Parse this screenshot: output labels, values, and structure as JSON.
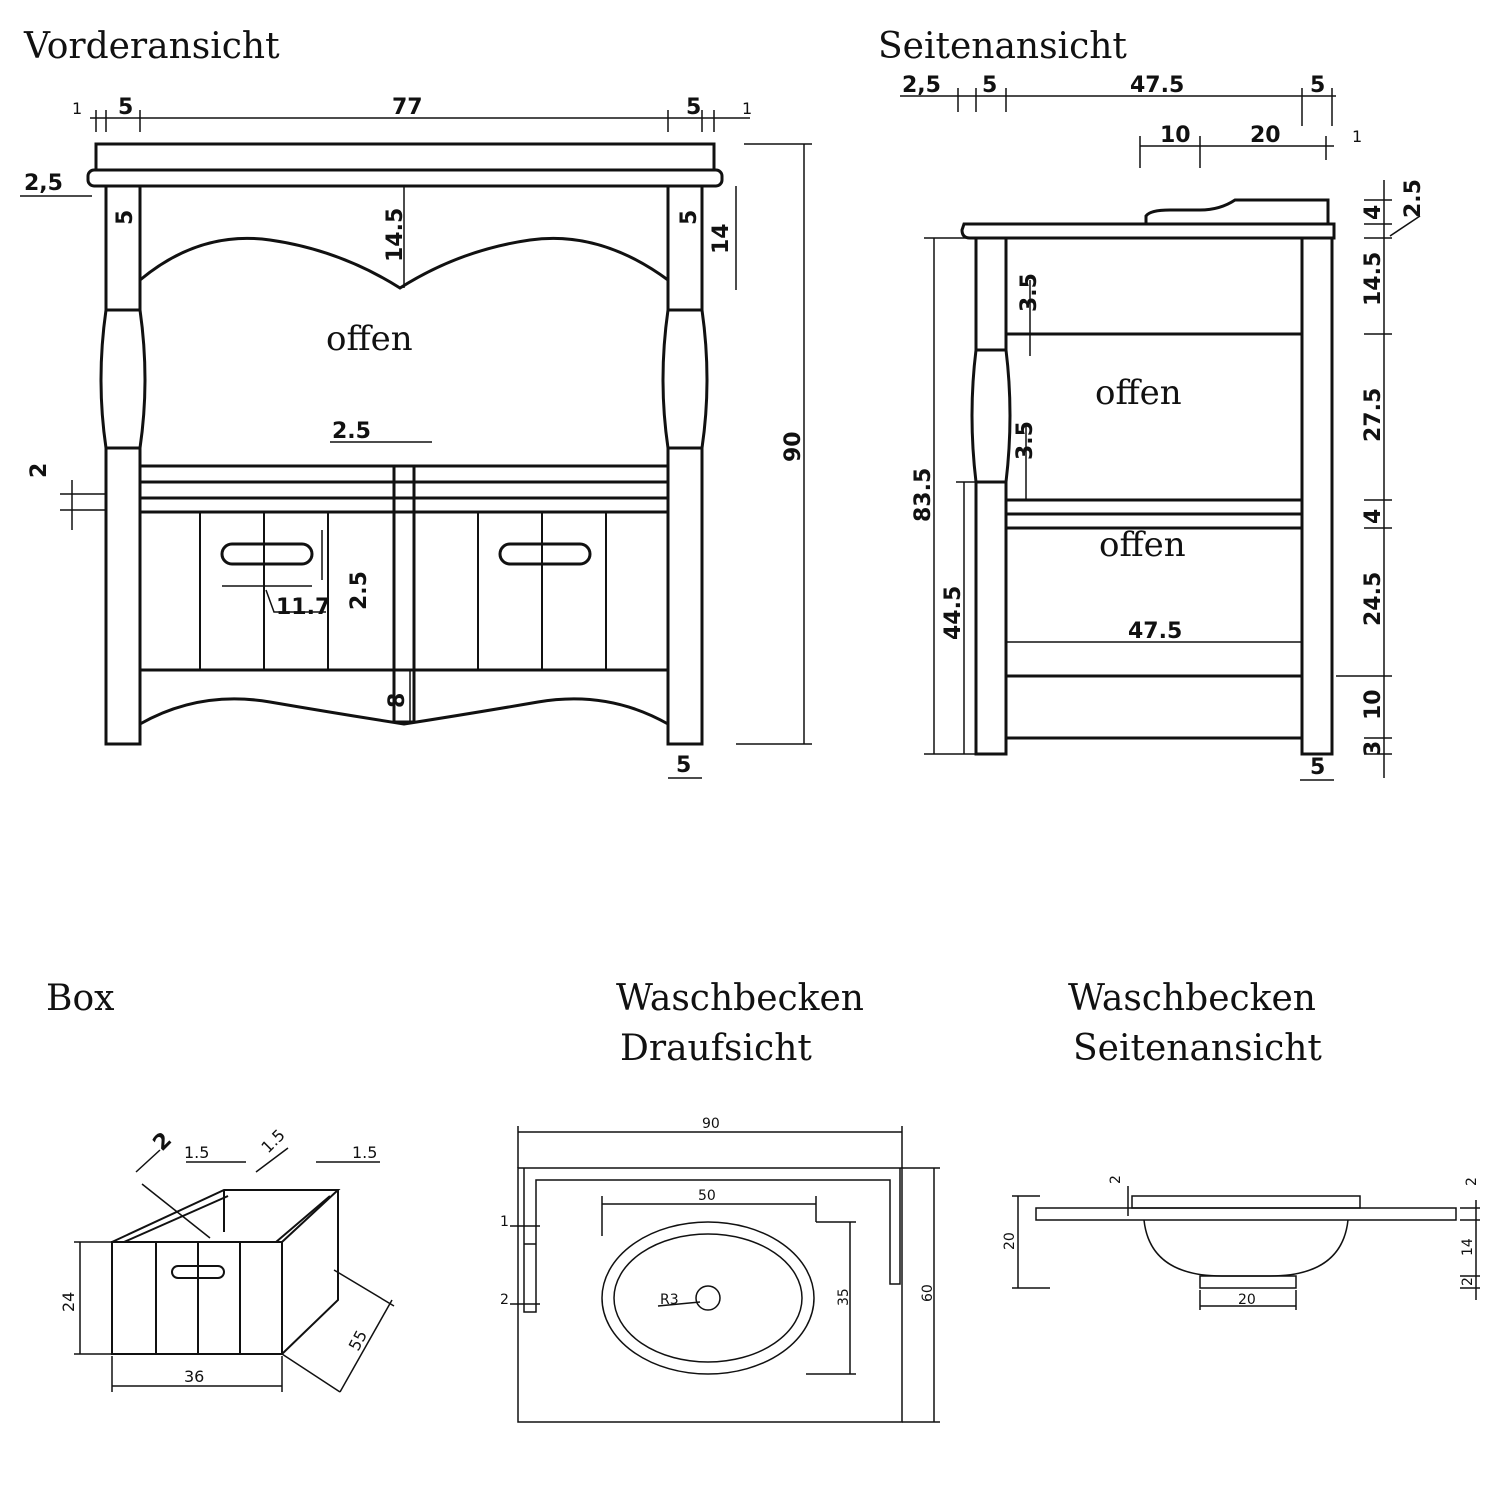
{
  "titles": {
    "front": "Vorderansicht",
    "side": "Seitenansicht",
    "box": "Box",
    "basin_top_1": "Waschbecken",
    "basin_top_2": "Draufsicht",
    "basin_side_1": "Waschbecken",
    "basin_side_2": "Seitenansicht"
  },
  "labels": {
    "front_open": "offen",
    "side_open_upper": "offen",
    "side_open_lower": "offen"
  },
  "front_dims": {
    "top_left_1": "1",
    "top_left_5": "5",
    "width": "77",
    "top_right_5": "5",
    "top_right_1": "1",
    "top_overhang": "2,5",
    "leg_left": "5",
    "arch": "14.5",
    "leg_right": "5",
    "apron": "14",
    "height": "90",
    "rail": "2",
    "center_post": "2.5",
    "handle_len": "11.7",
    "handle_h": "2.5",
    "bottom_rail": "8",
    "foot": "5"
  },
  "side_dims": {
    "top_25": "2,5",
    "top_5a": "5",
    "depth": "47.5",
    "top_5b": "5",
    "d10": "10",
    "d20": "20",
    "d1": "1",
    "r_4a": "4",
    "r_25": "2.5",
    "r_145": "14.5",
    "r_275": "27.5",
    "r_4b": "4",
    "r_245": "24.5",
    "r_10": "10",
    "r_3": "3",
    "h835": "83.5",
    "h445": "44.5",
    "c35a": "3.5",
    "c35b": "3.5",
    "shelf": "47.5",
    "foot": "5"
  },
  "box_dims": {
    "d2": "2",
    "d15a": "1.5",
    "d15b": "1.5",
    "d15c": "1.5",
    "height": "24",
    "width": "36",
    "depth": "55"
  },
  "basin_top_dims": {
    "width": "90",
    "bowl": "50",
    "bowl_depth": "35",
    "depth": "60",
    "radius": "R3",
    "d1": "1",
    "d2": "2"
  },
  "basin_side_dims": {
    "d2a": "2",
    "d2b": "2",
    "h20": "20",
    "h14": "14",
    "d2c": "2",
    "base": "20"
  }
}
